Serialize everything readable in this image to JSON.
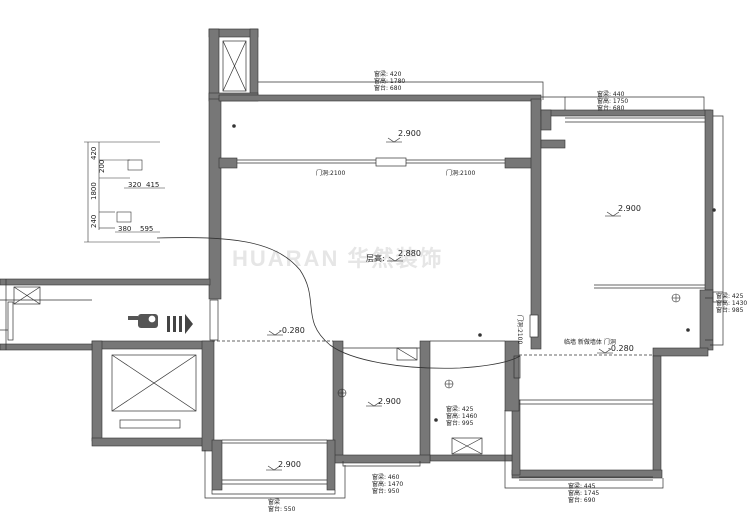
{
  "watermark": "HUARAN 华然装饰",
  "levels": {
    "top_room": "2.900",
    "right_room": "2.900",
    "living": "2.880",
    "living_prefix": "层高:",
    "living_floor": "-0.280",
    "right_floor": "-0.280",
    "middle_room": "2.900",
    "bottom_left_room": "2.900"
  },
  "window_notes": {
    "top": [
      "窗梁: 420",
      "窗高: 1780",
      "窗台: 680"
    ],
    "top_right": [
      "窗梁: 440",
      "窗高: 1750",
      "窗台: 680"
    ],
    "right_side": [
      "窗梁: 425",
      "窗高: 1430",
      "窗台: 985"
    ],
    "center": [
      "窗梁: 425",
      "窗高: 1460",
      "窗台: 995"
    ],
    "bottom_middle": [
      "窗梁: 460",
      "窗高: 1470",
      "窗台: 950"
    ],
    "bottom_right": [
      "窗梁: 445",
      "窗高: 1745",
      "窗台: 690"
    ],
    "bottom_left": [
      "窗梁",
      "窗台: 550"
    ]
  },
  "door_labels": {
    "door_a": "门洞:2100",
    "door_b": "门洞:2100",
    "door_c": "门洞:2100",
    "note_right": "临墙 新做墙体 门洞"
  },
  "detail_dims": {
    "v_top": "420",
    "v_mid": "200",
    "v_big": "1800",
    "v_low": "240",
    "h1a": "320",
    "h1b": "415",
    "h2a": "380",
    "h2b": "595"
  },
  "icons": {
    "entry_stamp": "door-stamp-icon",
    "entry_arrow": "entry-arrow-icon"
  }
}
